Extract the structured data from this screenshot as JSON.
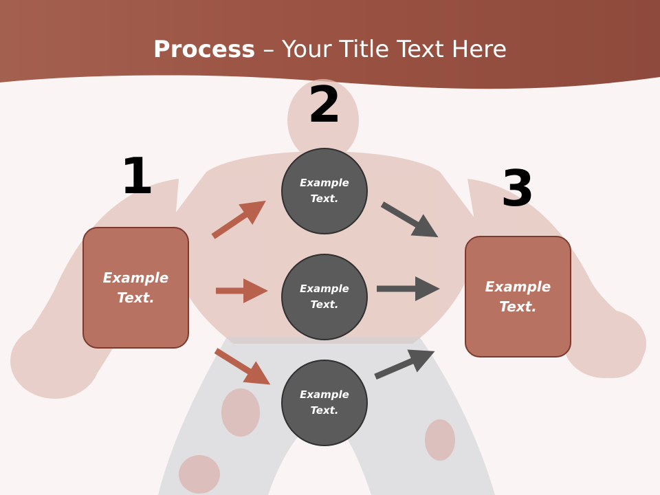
{
  "title": {
    "bold": "Process",
    "rest": " – Your Title Text Here"
  },
  "steps": [
    {
      "number": "1",
      "box_text": "Example Text."
    },
    {
      "number": "2",
      "circles": [
        "Example Text.",
        "Example Text.",
        "Example Text."
      ]
    },
    {
      "number": "3",
      "box_text": "Example Text."
    }
  ],
  "colors": {
    "header": "#a55a48",
    "box_fill": "#b87262",
    "circle_fill": "#5b5b5b",
    "arrow_left": "#b8624e",
    "arrow_right": "#555555"
  }
}
